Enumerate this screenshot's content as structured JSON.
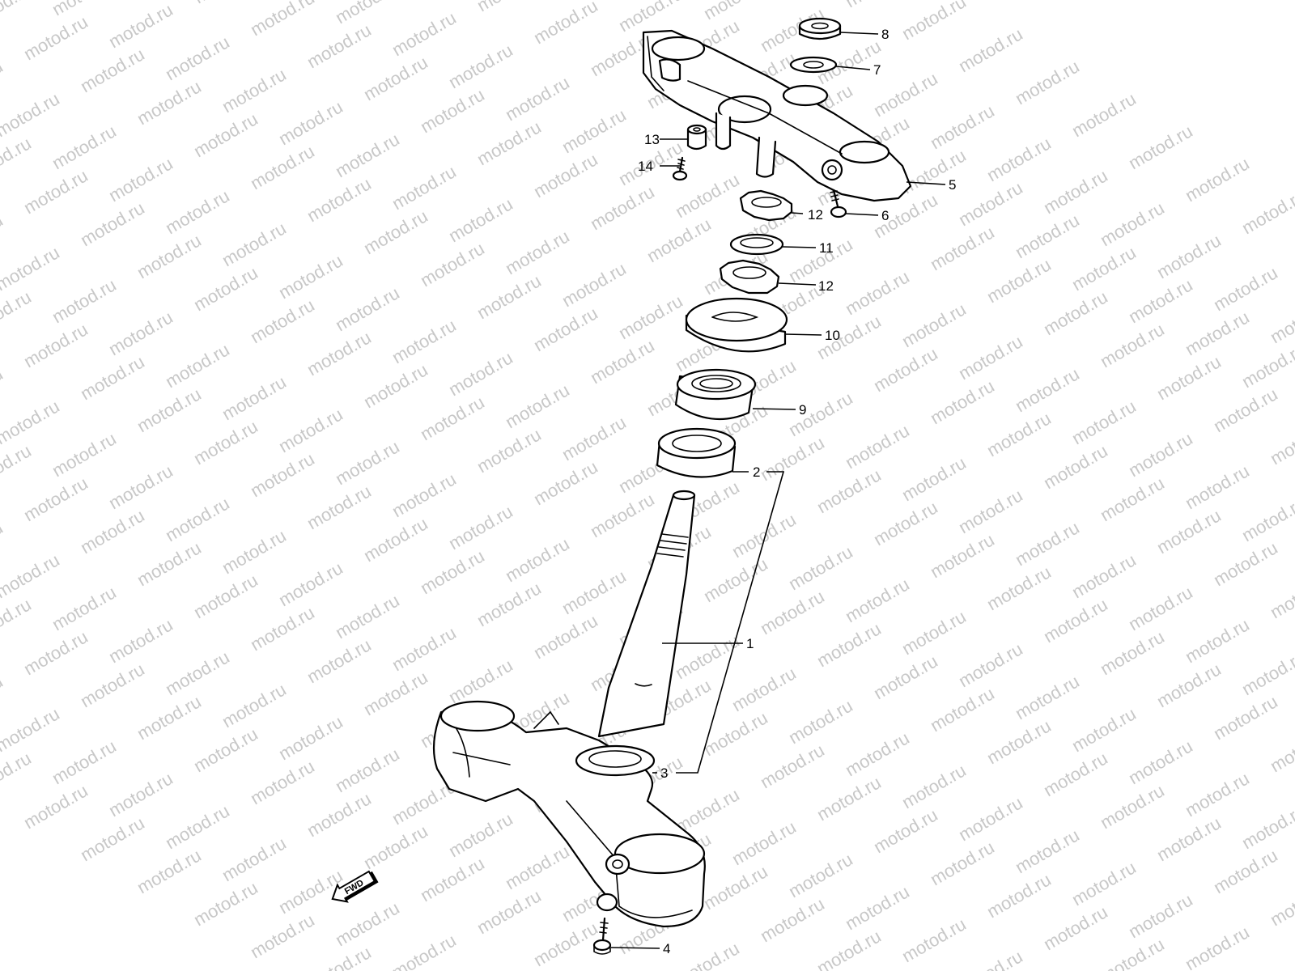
{
  "watermark": "motod.ru",
  "callouts": {
    "p1": "1",
    "p2": "2",
    "p3": "3",
    "p4": "4",
    "p5": "5",
    "p6": "6",
    "p7": "7",
    "p8": "8",
    "p9": "9",
    "p10": "10",
    "p11": "11",
    "p12a": "12",
    "p12b": "12",
    "p13": "13",
    "p14": "14"
  },
  "fwd_arrow": {
    "label": "FWD",
    "icon": "fwd-arrow-icon"
  }
}
